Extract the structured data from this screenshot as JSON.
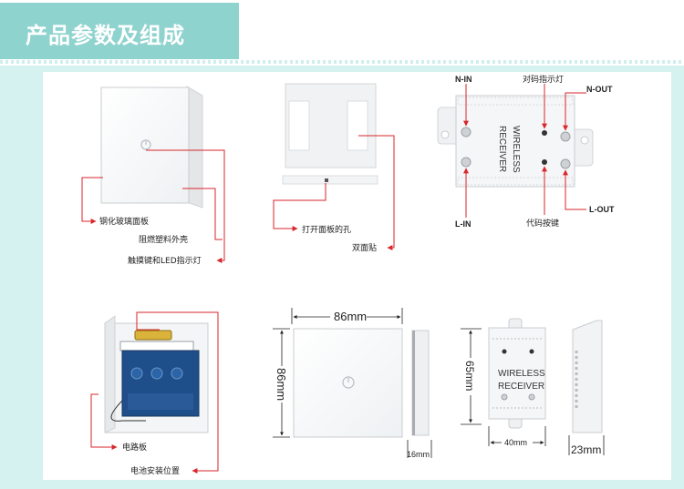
{
  "header": {
    "title": "产品参数及组成"
  },
  "panel_views": {
    "labels": [
      "钢化玻璃面板",
      "阻燃塑料外壳",
      "触摸键和LED指示灯"
    ]
  },
  "back_views": {
    "labels": [
      "打开面板的孔",
      "双面贴"
    ]
  },
  "receiver_top": {
    "box_text_1": "WIRELESS",
    "box_text_2": "RECEIVER",
    "n_in": "N-IN",
    "l_in": "L-IN",
    "n_out": "N-OUT",
    "l_out": "L-OUT",
    "pair_led": "对码指示灯",
    "pair_key": "代码按键"
  },
  "inside_view": {
    "circuit_board": "电路板",
    "battery_position": "电池安装位置"
  },
  "dimensions": {
    "panel_width": "86mm",
    "panel_height": "86mm",
    "panel_depth": "16mm",
    "receiver_height": "65mm",
    "receiver_width": "40mm",
    "receiver_depth": "23mm",
    "receiver_text_1": "WIRELESS",
    "receiver_text_2": "RECEIVER"
  }
}
